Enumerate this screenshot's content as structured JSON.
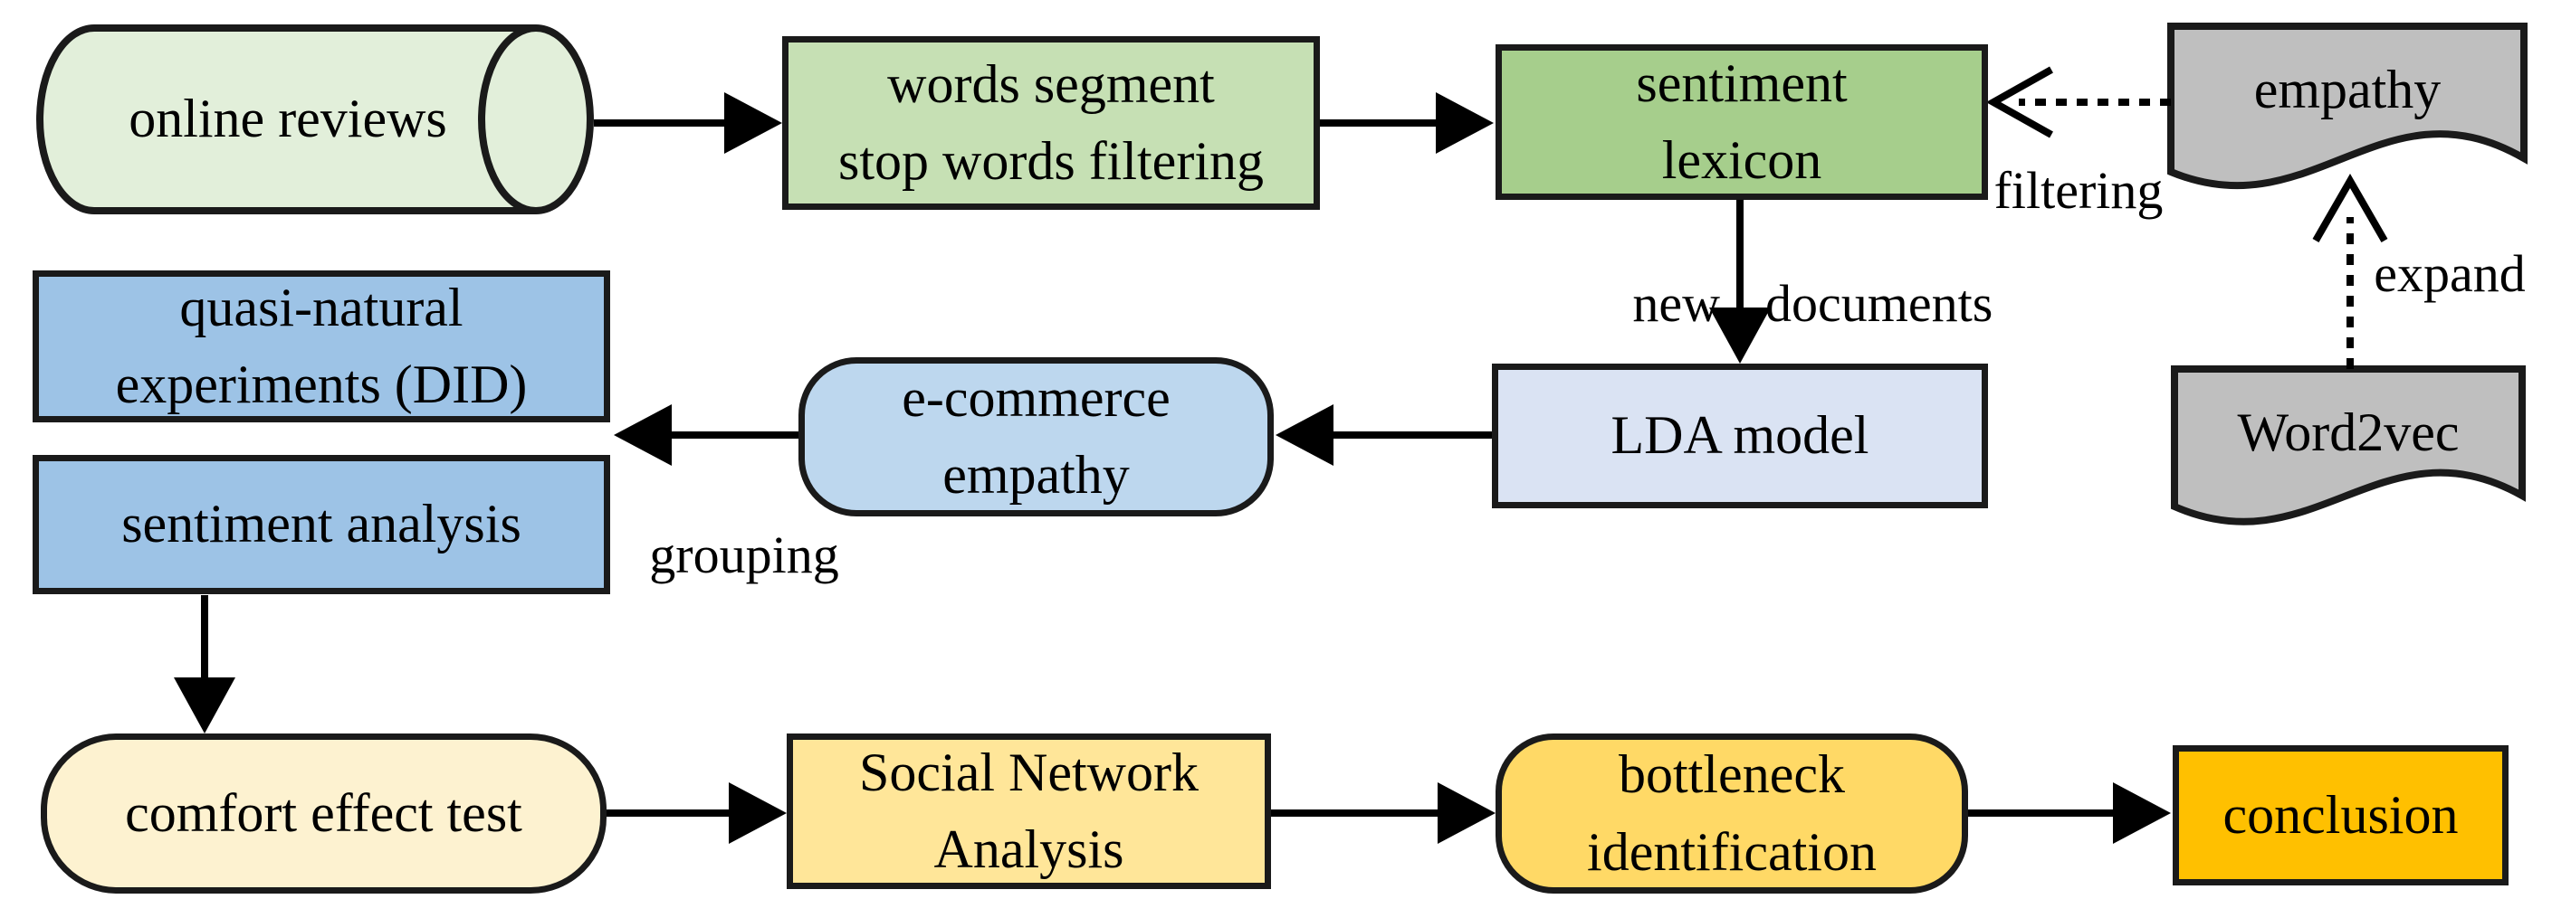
{
  "figure": {
    "kind": "research-methodology-flowchart",
    "colors": {
      "border": "#1a1a1a",
      "arrow": "#000000",
      "text": "#000000",
      "background": "#ffffff"
    },
    "nodes": {
      "online_reviews": {
        "label": "online reviews",
        "shape": "cylinder",
        "fill": "#e2efda"
      },
      "words_segment": {
        "label": "words segment\nstop words filtering",
        "shape": "rect",
        "fill": "#c6e0b4"
      },
      "sentiment_lexicon": {
        "label": "sentiment\nlexicon",
        "shape": "rect",
        "fill": "#a6ce8c"
      },
      "empathy": {
        "label": "empathy",
        "shape": "document",
        "fill": "#bfbfbf"
      },
      "word2vec": {
        "label": "Word2vec",
        "shape": "document",
        "fill": "#bfbfbf"
      },
      "lda_model": {
        "label": "LDA model",
        "shape": "rect",
        "fill": "#dae3f3"
      },
      "ecommerce_empathy": {
        "label": "e-commerce\nempathy",
        "shape": "rounded",
        "fill": "#bdd7ee"
      },
      "quasi_natural": {
        "label": "quasi-natural\nexperiments (DID)",
        "shape": "rect",
        "fill": "#9dc3e6"
      },
      "sentiment_analysis": {
        "label": "sentiment analysis",
        "shape": "rect",
        "fill": "#9dc3e6"
      },
      "comfort_effect": {
        "label": "comfort effect test",
        "shape": "rounded",
        "fill": "#fdf2d0"
      },
      "social_network": {
        "label": "Social Network\nAnalysis",
        "shape": "rect",
        "fill": "#ffe699"
      },
      "bottleneck": {
        "label": "bottleneck\nidentification",
        "shape": "rounded",
        "fill": "#ffd966"
      },
      "conclusion": {
        "label": "conclusion",
        "shape": "rect",
        "fill": "#ffc000"
      }
    },
    "edge_labels": {
      "filtering": "filtering",
      "new": "new",
      "documents": "documents",
      "expand": "expand",
      "grouping": "grouping"
    },
    "edges": [
      {
        "from": "online_reviews",
        "to": "words_segment",
        "style": "solid"
      },
      {
        "from": "words_segment",
        "to": "sentiment_lexicon",
        "style": "solid"
      },
      {
        "from": "empathy",
        "to": "sentiment_lexicon",
        "style": "dashed",
        "label": "filtering"
      },
      {
        "from": "word2vec",
        "to": "empathy",
        "style": "dashed",
        "label": "expand"
      },
      {
        "from": "sentiment_lexicon",
        "to": "lda_model",
        "style": "solid",
        "label": "new documents"
      },
      {
        "from": "lda_model",
        "to": "ecommerce_empathy",
        "style": "solid"
      },
      {
        "from": "ecommerce_empathy",
        "to": "quasi_natural / sentiment_analysis",
        "style": "solid",
        "label": "grouping"
      },
      {
        "from": "sentiment_analysis",
        "to": "comfort_effect",
        "style": "solid"
      },
      {
        "from": "comfort_effect",
        "to": "social_network",
        "style": "solid"
      },
      {
        "from": "social_network",
        "to": "bottleneck",
        "style": "solid"
      },
      {
        "from": "bottleneck",
        "to": "conclusion",
        "style": "solid"
      }
    ]
  }
}
